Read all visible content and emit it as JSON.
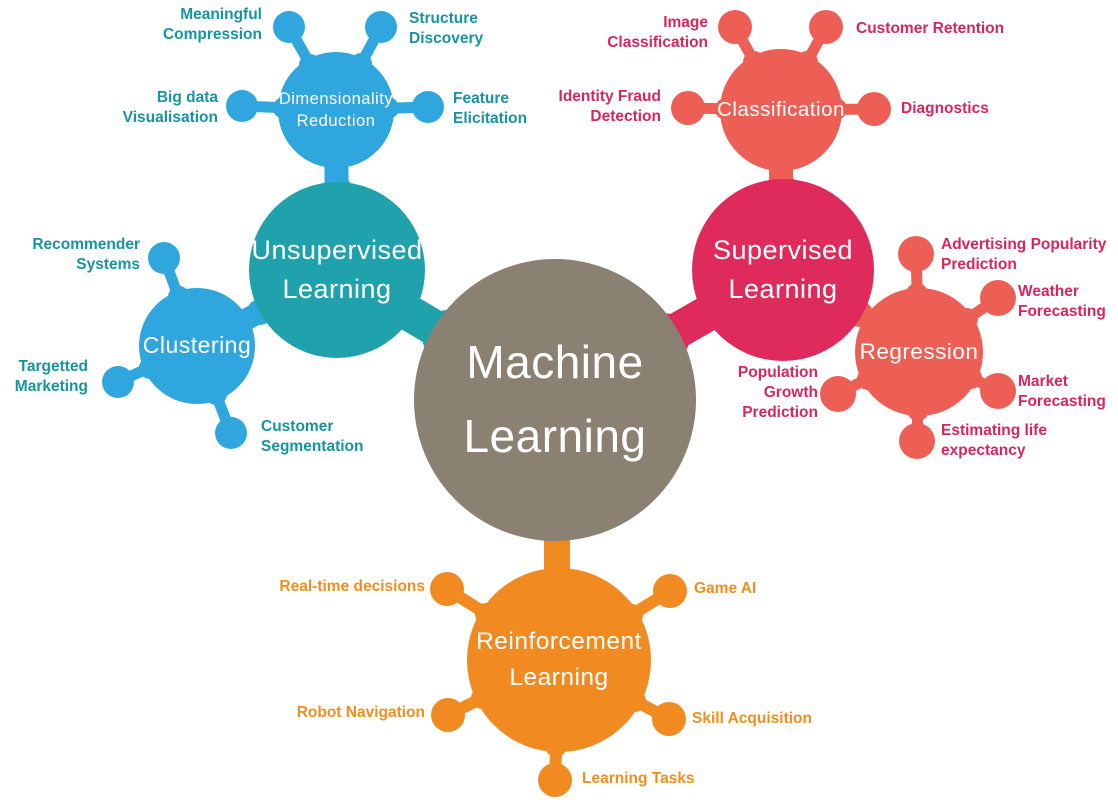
{
  "colors": {
    "background": "#FFFFFF",
    "taupe": "#8A8172",
    "teal": "#1FA2AB",
    "teal_text": "#1794A0",
    "blue": "#2FA7DE",
    "crimson": "#DF2B5B",
    "crimson_text": "#D7265E",
    "salmon": "#ED5E55",
    "orange": "#F08A21",
    "orange_text": "#F28E1E",
    "circle_label": "#FFFFFF"
  },
  "center": {
    "label": "Machine Learning"
  },
  "unsupervised": {
    "label": "Unsupervised Learning",
    "dimensionality_reduction": {
      "label": "Dimensionality Reduction",
      "satellites": {
        "meaningful_compression": "Meaningful Compression",
        "structure_discovery": "Structure Discovery",
        "big_data_visualisation": "Big data Visualisation",
        "feature_elicitation": "Feature Elicitation"
      }
    },
    "clustering": {
      "label": "Clustering",
      "satellites": {
        "recommender_systems": "Recommender Systems",
        "targetted_marketing": "Targetted Marketing",
        "customer_segmentation": "Customer Segmentation"
      }
    }
  },
  "supervised": {
    "label": "Supervised Learning",
    "classification": {
      "label": "Classification",
      "satellites": {
        "image_classification": "Image Classification",
        "customer_retention": "Customer Retention",
        "identity_fraud_detection": "Identity Fraud Detection",
        "diagnostics": "Diagnostics"
      }
    },
    "regression": {
      "label": "Regression",
      "satellites": {
        "advertising_popularity_prediction": "Advertising Popularity Prediction",
        "weather_forecasting": "Weather Forecasting",
        "market_forecasting": "Market Forecasting",
        "estimating_life_expectancy": "Estimating life expectancy",
        "population_growth_prediction": "Population Growth Prediction"
      }
    }
  },
  "reinforcement": {
    "label": "Reinforcement Learning",
    "satellites": {
      "real_time_decisions": "Real-time decisions",
      "game_ai": "Game AI",
      "robot_navigation": "Robot Navigation",
      "skill_acquisition": "Skill Acquisition",
      "learning_tasks": "Learning Tasks"
    }
  }
}
